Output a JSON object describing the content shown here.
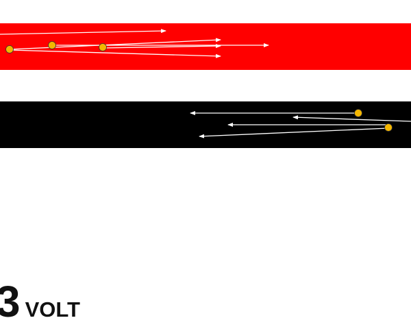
{
  "colors": {
    "background": "#ffffff",
    "upper_band": "#ff0000",
    "lower_band": "#000000",
    "arrow": "#ffffff",
    "particle": "#f5b700",
    "particle_outline": "#333333",
    "caption": "#111111"
  },
  "upper_band": {
    "name": "red-band",
    "arrow_direction": "right",
    "particle_count": 3,
    "arrow_count": 5
  },
  "lower_band": {
    "name": "black-band",
    "arrow_direction": "left",
    "particle_count": 2,
    "arrow_count": 4
  },
  "caption": {
    "number": "3",
    "unit": "VOLT"
  }
}
